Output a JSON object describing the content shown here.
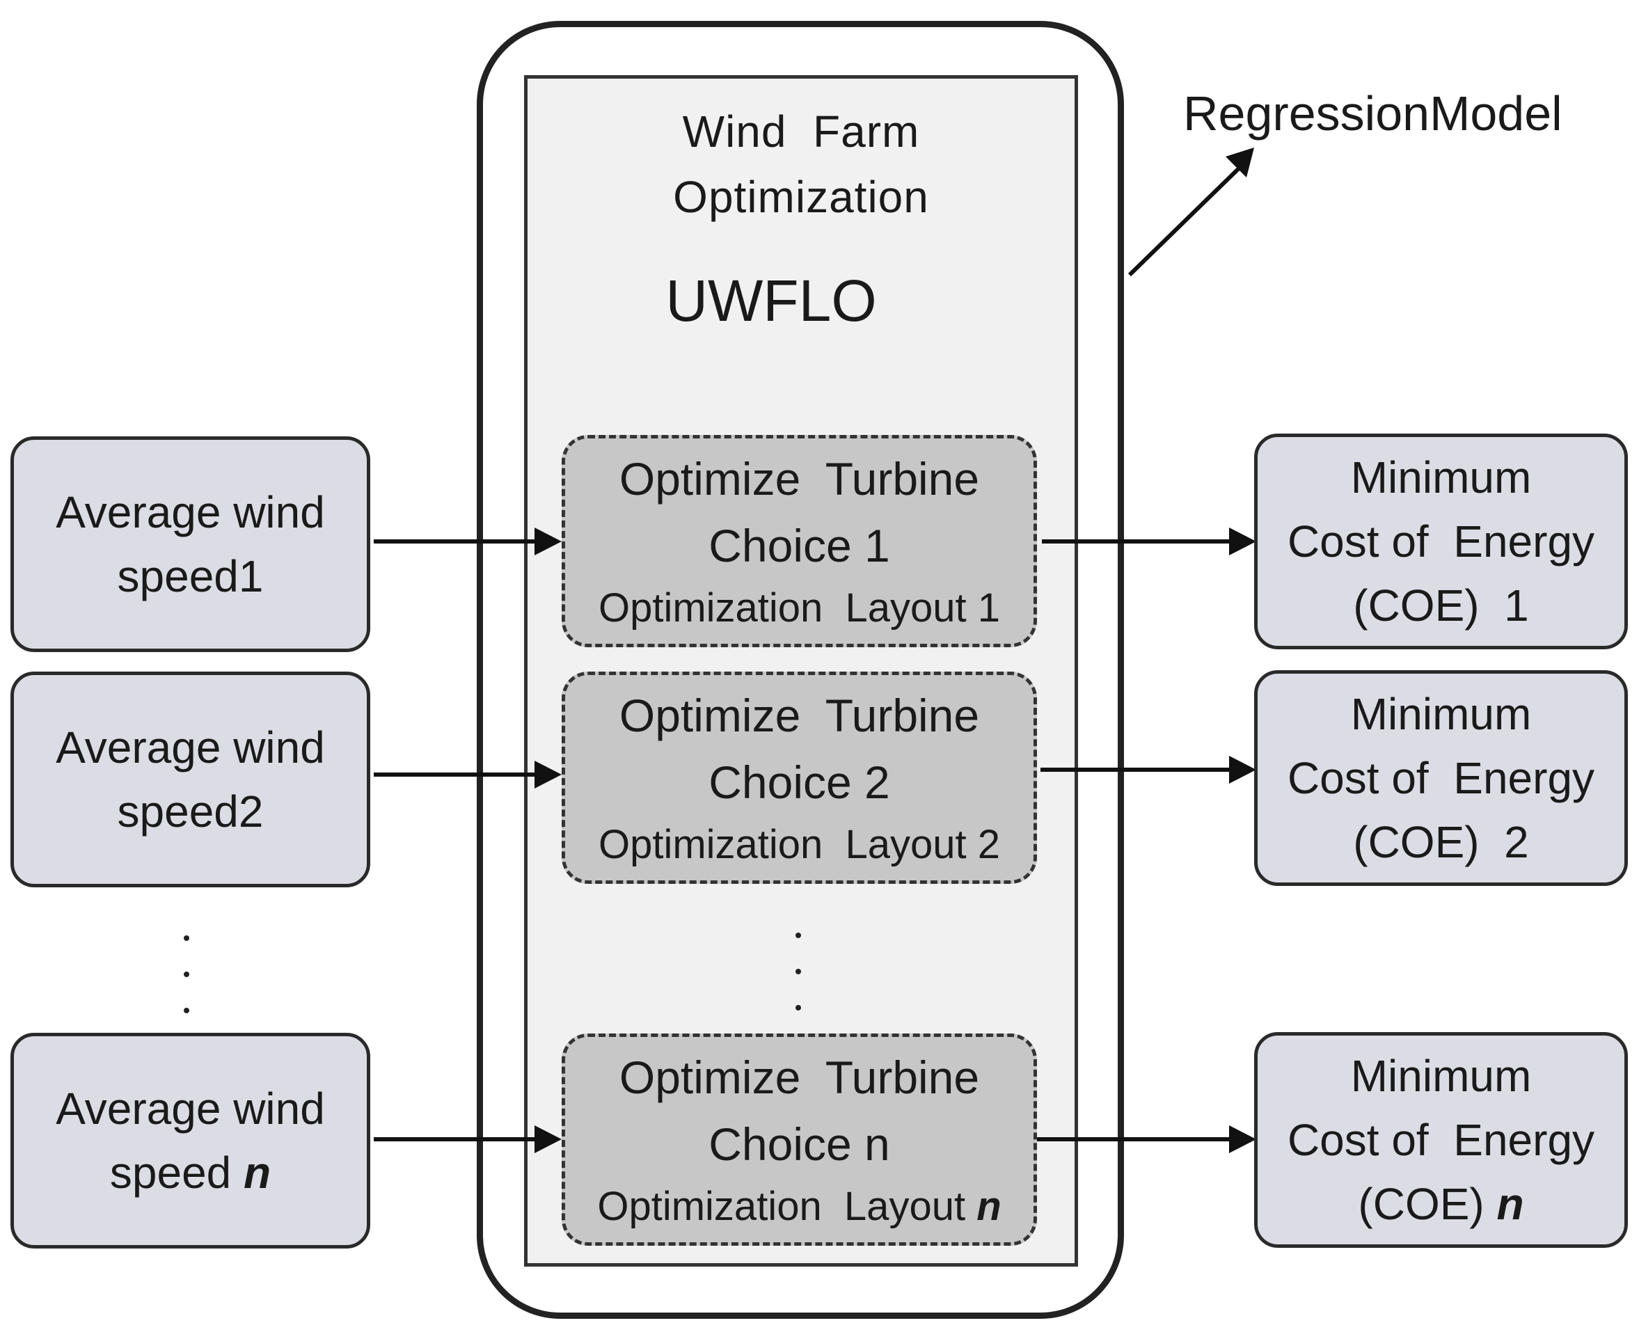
{
  "wind_farm": {
    "title_line1": "Wind  Farm",
    "title_line2": "Optimization",
    "method": "UWFLO"
  },
  "regression_label": "RegressionModel",
  "inputs": [
    {
      "line1": "Average wind",
      "line2": "speed",
      "index": "1"
    },
    {
      "line1": "Average wind",
      "line2": "speed",
      "index": "2"
    },
    {
      "line1": "Average wind",
      "line2": "speed ",
      "index": "n"
    }
  ],
  "optimizations": [
    {
      "line1": "Optimize  Turbine",
      "line2": "Choice ",
      "line3": "Optimization  Layout ",
      "index": "1"
    },
    {
      "line1": "Optimize  Turbine",
      "line2": "Choice ",
      "line3": "Optimization  Layout ",
      "index": "2"
    },
    {
      "line1": "Optimize  Turbine",
      "line2": "Choice ",
      "line3": "Optimization  Layout ",
      "index": "n"
    }
  ],
  "outputs": [
    {
      "line1": "Minimum",
      "line2": "Cost of  Energy",
      "line3": "(COE)  ",
      "index": "1"
    },
    {
      "line1": "Minimum",
      "line2": "Cost of  Energy",
      "line3": "(COE)  ",
      "index": "2"
    },
    {
      "line1": "Minimum",
      "line2": "Cost of  Energy",
      "line3": "(COE) ",
      "index": "n"
    }
  ],
  "colors": {
    "box_fill": "#dcdce4",
    "opt_fill": "#c7c7c7",
    "inner_fill": "#f1f1f1",
    "stroke": "#222222"
  }
}
